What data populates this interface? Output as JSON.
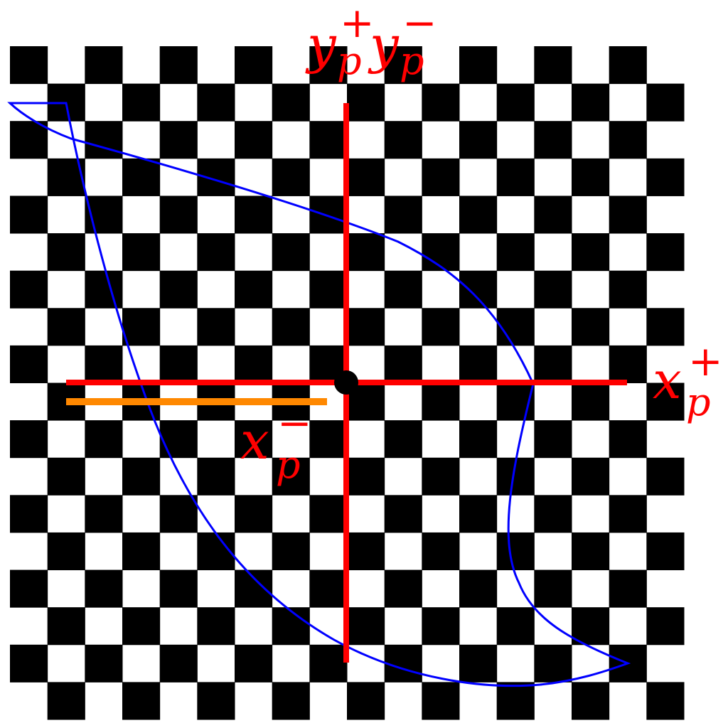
{
  "labels": {
    "y_plus": {
      "base": "y",
      "subscript": "p",
      "superscript": "+"
    },
    "y_minus": {
      "base": "y",
      "subscript": "p",
      "superscript": "−"
    },
    "x_plus": {
      "base": "x",
      "subscript": "p",
      "superscript": "+"
    },
    "x_minus": {
      "base": "x",
      "subscript": "p",
      "superscript": "−"
    }
  },
  "colors": {
    "checker_dark": "#000000",
    "checker_light": "#ffffff",
    "axis": "#ff0000",
    "highlight_segment": "#ff8800",
    "contour": "#0000ff",
    "origin": "#000000"
  },
  "checkerboard": {
    "columns": 18,
    "rows": 18
  }
}
